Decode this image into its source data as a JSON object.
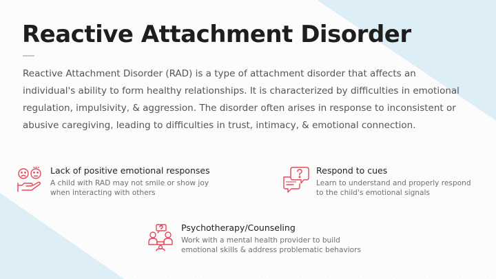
{
  "title": "Reactive Attachment Disorder",
  "intro": "Reactive Attachment Disorder (RAD) is a type of attachment disorder that affects an individual's ability to form healthy relationships. It is characterized by difficulties in emotional regulation, impulsivity, & aggression. The disorder often arises in response to inconsistent or abusive caregiving, leading to difficulties in trust, intimacy, & emotional connection.",
  "accent_color": "#e8465b",
  "background_shape_color": "#ddeef7",
  "items": [
    {
      "icon": "emotions-faces-hand-icon",
      "heading": "Lack of positive emotional responses",
      "body_line1": "A child with RAD may not smile or show joy",
      "body_line2": "when interacting with others"
    },
    {
      "icon": "question-speech-bubbles-icon",
      "heading": "Respond to cues",
      "body_line1": "Learn to understand and properly respond",
      "body_line2": "to the child's emotional signals"
    },
    {
      "icon": "counseling-people-icon",
      "heading": "Psychotherapy/Counseling",
      "body_line1": "Work with a mental health provider to build",
      "body_line2": "emotional skills & address problematic behaviors"
    }
  ]
}
